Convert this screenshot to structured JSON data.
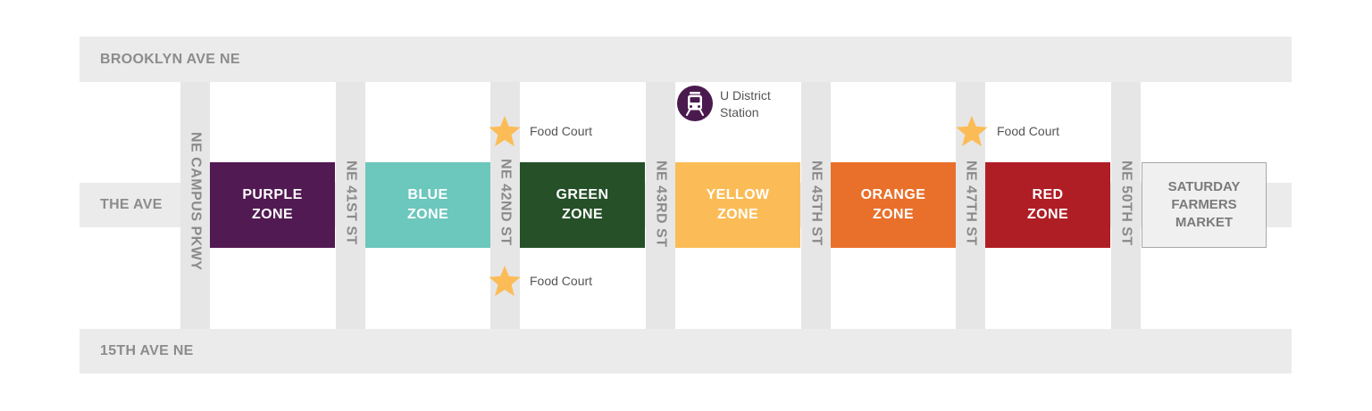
{
  "streets": {
    "top": "BROOKLYN AVE NE",
    "middle": "THE AVE",
    "bottom": "15TH AVE NE"
  },
  "cross_streets": [
    "NE CAMPUS PKWY",
    "NE 41ST ST",
    "NE 42ND ST",
    "NE 43RD ST",
    "NE 45TH ST",
    "NE 47TH ST",
    "NE 50TH ST"
  ],
  "zones": [
    {
      "line1": "PURPLE",
      "line2": "ZONE",
      "color": "#521a52"
    },
    {
      "line1": "BLUE",
      "line2": "ZONE",
      "color": "#6cc7bd"
    },
    {
      "line1": "GREEN",
      "line2": "ZONE",
      "color": "#255028"
    },
    {
      "line1": "YELLOW",
      "line2": "ZONE",
      "color": "#fbbc57"
    },
    {
      "line1": "ORANGE",
      "line2": "ZONE",
      "color": "#e9702b"
    },
    {
      "line1": "RED",
      "line2": "ZONE",
      "color": "#b01e25"
    }
  ],
  "market": {
    "line1": "SATURDAY",
    "line2": "FARMERS",
    "line3": "MARKET"
  },
  "food_courts": [
    {
      "label": "Food Court",
      "icon": "star-icon"
    },
    {
      "label": "Food Court",
      "icon": "star-icon"
    },
    {
      "label": "Food Court",
      "icon": "star-icon"
    }
  ],
  "station": {
    "line1": "U District",
    "line2": "Station",
    "icon": "light-rail-icon",
    "color": "#4a1a4e"
  },
  "colors": {
    "street": "#ebebeb",
    "star": "#fbbc57",
    "street_text": "#8c8c8c"
  }
}
